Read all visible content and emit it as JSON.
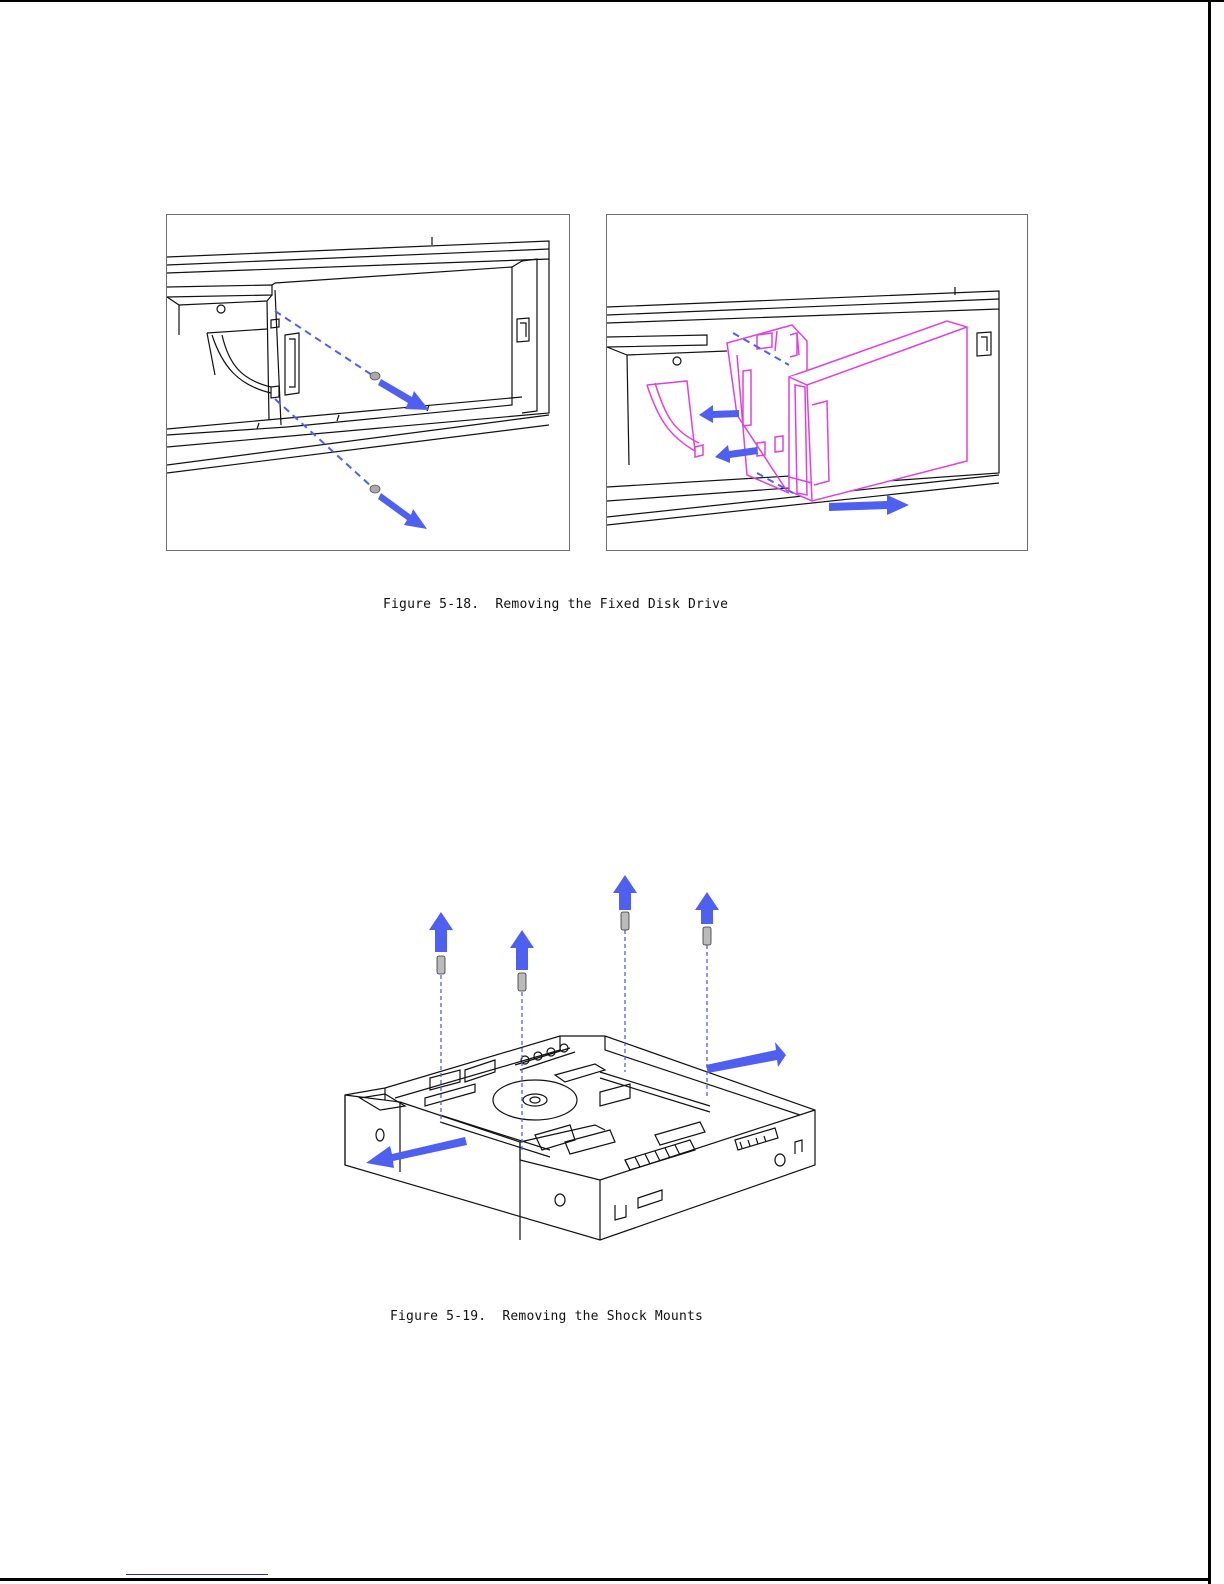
{
  "figures": [
    {
      "id": "fig-5-18",
      "caption": "Figure 5-18.  Removing the Fixed Disk Drive"
    },
    {
      "id": "fig-5-19",
      "caption": "Figure 5-19.  Removing the Shock Mounts"
    }
  ],
  "colors": {
    "line": "#111111",
    "arrow": "#4f5ff0",
    "highlight": "#e040e0",
    "frame": "#6e6e6e"
  }
}
